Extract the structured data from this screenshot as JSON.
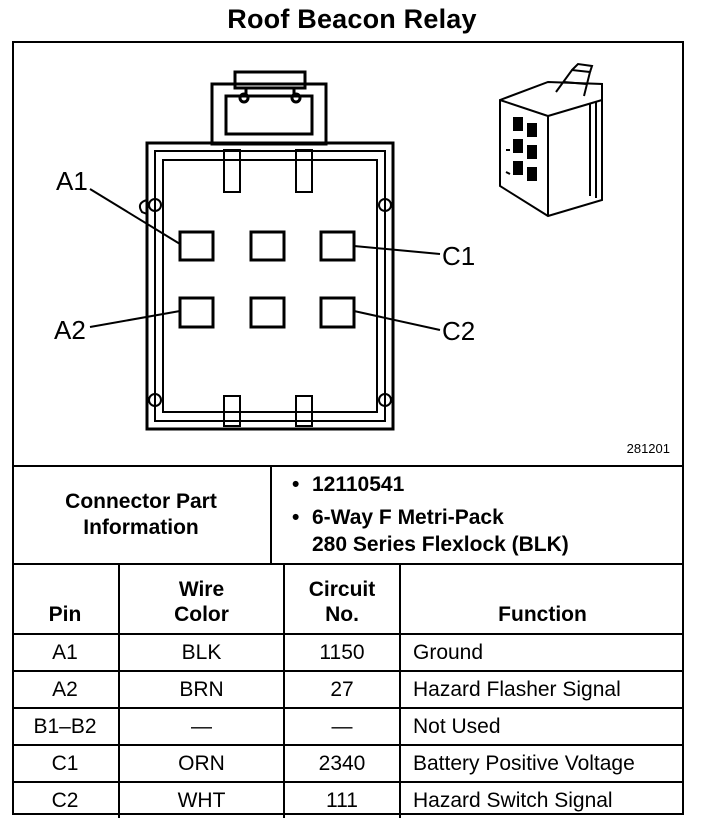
{
  "title": "Roof Beacon Relay",
  "figure_ref": "281201",
  "pin_labels": {
    "a1": "A1",
    "a2": "A2",
    "c1": "C1",
    "c2": "C2"
  },
  "connector_info": {
    "label_line1": "Connector Part",
    "label_line2": "Information",
    "bullet": "•",
    "part_number": "12110541",
    "description_line1": "6-Way F Metri-Pack",
    "description_line2": "280 Series Flexlock (BLK)"
  },
  "table": {
    "headers": {
      "pin": "Pin",
      "wire_color_line1": "Wire",
      "wire_color_line2": "Color",
      "circuit_line1": "Circuit",
      "circuit_line2": "No.",
      "function": "Function"
    },
    "rows": [
      {
        "pin": "A1",
        "color": "BLK",
        "circuit": "1150",
        "function": "Ground"
      },
      {
        "pin": "A2",
        "color": "BRN",
        "circuit": "27",
        "function": "Hazard Flasher Signal"
      },
      {
        "pin": "B1–B2",
        "color": "—",
        "circuit": "—",
        "function": "Not Used"
      },
      {
        "pin": "C1",
        "color": "ORN",
        "circuit": "2340",
        "function": "Battery Positive Voltage"
      },
      {
        "pin": "C2",
        "color": "WHT",
        "circuit": "111",
        "function": "Hazard Switch Signal"
      }
    ]
  }
}
